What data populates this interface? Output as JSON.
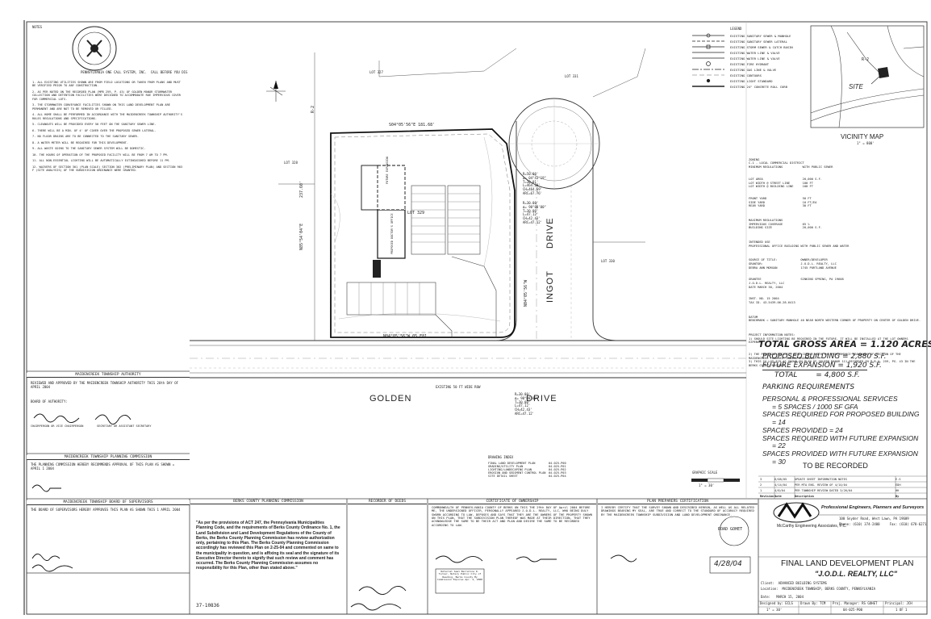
{
  "notes": {
    "label": "NOTES",
    "items": [
      "1. ALL EXISTING UTILITIES SHOWN ARE FROM FIELD LOCATIONS OR TAKEN FROM PLANS AND MUST BE VERIFIED PRIOR TO ANY CONSTRUCTION.",
      "2. AS PER NOTED ON THE RECORDED PLAN (MPB 259, P. 43) OF GOLDEN MANOR STORMWATER COLLECTION AND DETENTION FACILITIES WERE DESIGNED TO ACCOMMODATE ROE IMPERVIOUS COVER FOR COMMERCIAL LOTS.",
      "3. THE STORMWATER CONVEYANCE FACILITIES SHOWN ON THIS LAND DEVELOPMENT PLAN ARE PERMANENT AND ARE NOT TO BE REMOVED OR FILLED.",
      "4. ALL HOME SHALL BE PERFORMED IN ACCORDANCE WITH THE MAIDENCREEK TOWNSHIP AUTHORITY'S RULES REGULATIONS AND SPECIFICATIONS.",
      "5. CLEANOUTS WILL BE PROVIDED EVERY 50 FEET ON THE SANITARY SEWER LINE.",
      "6. THERE WILL BE A MIN. OF 4' OF COVER OVER THE PROPOSED SEWER LATERAL.",
      "7. NO FLOOR DRAINS ARE TO BE CONNECTED TO THE SANITARY SEWER.",
      "8. A WATER METER WILL BE REQUIRED FOR THIS DEVELOPMENT.",
      "9. ALL WASTE GOING TO THE SANITARY SEWER SYSTEM WILL BE DOMESTIC.",
      "10. THE HOURS OF OPERATION OF THE PROPOSED FACILITY WILL BE FROM 7 AM TO 7 PM.",
      "11. ALL NON-ESSENTIAL LIGHTING WILL BE AUTOMATICALLY EXTINGUISHED BEFORE 11 PM.",
      "12. WAIVERS OF SECTION 301 (PLAN SCALE) SECTION 302 (PRELIMINARY PLAN) AND SECTION 903 F (SITE ANALYSIS) OF THE SUBDIVISION ORDINANCE WERE GRANTED."
    ]
  },
  "plan": {
    "lots": [
      "LOT 327",
      "LOT 328",
      "LOT 329",
      "LOT 330",
      "LOT 331"
    ],
    "streets": {
      "golden": "GOLDEN",
      "drive": "DRIVE",
      "ingot": "INGOT",
      "ingot_drive": "DRIVE"
    },
    "bearings": {
      "top": "S04°05'56\"E 181.68'",
      "left": "N85°54'04\"E",
      "left_len": "237.60'",
      "bottom": "N04°05'56\"W 05.E81",
      "right": "N04°05'56\"W"
    },
    "curve1": [
      "R=50.00'",
      "Δ= 04°43'19\"",
      "T=30.01'",
      "L=464.28'",
      "CH=464.69'",
      "ARC=67.76'"
    ],
    "curve2": [
      "R=30.00'",
      "Δ= 90°00'00\"",
      "T=30.00'",
      "L=47.12'",
      "CH=42.43'",
      "ARC=47.12'"
    ],
    "building_label": "PROPOSED DOCTOR'S OFFICE",
    "expansion_label": "FUTURE EXPANSION",
    "r2": "R-2",
    "existing_row": "EXISTING 50 FT WIDE ROW",
    "graphic_scale": "GRAPHIC SCALE",
    "scale_val": "1\" = 30'"
  },
  "legend": {
    "title": "LEGEND",
    "items": [
      "EXISTING SANITARY SEWER & MANHOLE",
      "EXISTING SANITARY SEWER LATERAL",
      "EXISTING STORM SEWER & CATCH BASIN",
      "EXISTING WATER LINE & VALVE",
      "EXISTING WATER LINE & VALVE",
      "EXISTING FIRE HYDRANT",
      "EXISTING GAS LINE & VALVE",
      "EXISTING CONTOURS",
      "EXISTING LIGHT STANDARD",
      "EXISTING 24\" CONCRETE ROLL CURB"
    ]
  },
  "vicinity": {
    "title": "VICINITY MAP",
    "scale": "1\" = 800'",
    "site": "SITE",
    "zone": "R-2"
  },
  "zoning": {
    "lines": [
      "ZONING",
      "C-1 - LOCAL COMMERCIAL DISTRICT",
      "MINIMUM REGULATIONS           WITH PUBLIC SEWER",
      "LOT AREA                      20,000 S.F.",
      "LOT WIDTH @ STREET LINE       100 FT",
      "LOT WIDTH @ BUILDING LINE     100 FT",
      "FRONT YARD                    50 FT",
      "SIDE YARD                     10 FT/EA",
      "REAR YARD                     30 FT",
      "MAXIMUM REGULATIONS",
      "IMPERVIOUS COVERAGE           65 %",
      "BUILDING SIZE                 20,000 S.F.",
      "INTENDED USE",
      "PROFESSIONAL OFFICE BUILDING WITH PUBLIC SEWER AND WATER",
      "SOURCE OF TITLE:             OWNER/DEVELOPER",
      "GRANTOR:                     J.O.D.L. REALTY, LLC",
      "DEBRA ANN MORGAN             1745 PORTLAND AVENUE",
      "GRANTEE                      SINKING SPRING, PA 19608",
      "J.O.D.L. REALTY, LLC",
      "DATE MARCH 30, 2004",
      "INST. NO. 15 2004",
      "TAX ID. 43-5439-06-28-6413",
      "DATUM",
      "BENCHMARK = SANITARY MANHOLE 40 NEAR NORTH WESTERN CORNER OF PROPERTY ON CENTER OF GOLDEN DRIVE.",
      "PROJECT INFORMATION NOTES:",
      "1) SHOULD SITE LIGHTING BE REQUIRED IN THE FUTURE, IT WILL BE INSTALLED AT THE LOT OWNERS EXPENSE.",
      "2) THE PROPOSED FACILITY WILL COMPLY WITH THE PERFORMANCE STANDARDS OF SECTION OF THE MAIDENCREEK TOWNSHIP ZONING ORDINANCE.",
      "3) THIS IS LOT 329 AS SHOWN ON PLAN OF GOLDEN MANOR 111 RECORDED IN P.B.V. 259, PG. 43 IN THE BERKS COUNTY RECORDS."
    ]
  },
  "summary": {
    "gross_area": "TOTAL GROSS AREA = 1.120 ACRES",
    "proposed_building": "PROPOSED BUILDING = 2,880 S.F.",
    "future_expansion": "FUTURE EXPANSION = 1,920 S.F.",
    "total": "TOTAL        = 4,800 S.F.",
    "parking_title": "PARKING REQUIREMENTS",
    "parking_lines": [
      "PERSONAL & PROFESSIONAL SERVICES",
      "= 5 SPACES / 1000 SF GFA",
      "SPACES REQUIRED FOR PROPOSED BUILDING",
      "= 14",
      "SPACES PROVIDED = 24",
      "SPACES REQUIRED WITH FUTURE EXPANSION",
      "= 22",
      "SPACES PROVIDED WITH FUTURE EXPANSION",
      "= 30"
    ],
    "to_be_recorded": "TO BE RECORDED"
  },
  "revisions": {
    "rows": [
      [
        "3",
        "6/08/05",
        "UPDATE SHEET INFORMATION NOTES",
        "E.S"
      ],
      [
        "2",
        "4/14/04",
        "PER MTA ENG. REVIEW OF 4/14/04",
        "EDH"
      ],
      [
        "1",
        "4/8/04",
        "PER TOWNSHIP REVIEW DATED 3/26/04",
        "HH"
      ]
    ],
    "headers": [
      "Revision",
      "Date",
      "Description",
      "By"
    ]
  },
  "title_block": {
    "firm": "McCarthy Engineering Associates, P.C.",
    "firm_sub": "Professional Engineers, Planners and Surveyors",
    "address": "100 Snyder Road, West Lawn, PA 19609",
    "phone": "Phone: (610) 374-2400     Fax: (610) 678-6271",
    "plan_title": "FINAL LAND DEVELOPMENT PLAN",
    "project": "\"J.O.D.L. REALTY, LLC\"",
    "client": "Client:  ADVANCED BUILDING SYSTEMS",
    "location": "Location:  MAIDENCREEK TOWNSHIP, BERKS COUNTY, PENNSYLVANIA",
    "date": "Date:   MARCH 15, 2004",
    "designed": "Designed by: ECLS",
    "drawn": "Drawn By: TCM",
    "pm": "Proj. Manager: RS GOHET",
    "principal": "Principal: JCH",
    "scale": "1\" = 30'",
    "job": "04-025-P00",
    "sheet": "1 OF 1"
  },
  "authority": {
    "title": "MAIDENCREEK TOWNSHIP AUTHORITY",
    "text": "REVIEWED AND APPROVED BY THE MAIDENCREEK TOWNSHIP AUTHORITY THIS 20th DAY OF APRIL 2004",
    "board": "BOARD OF AUTHORITY:",
    "chair": "CHAIRPERSON OR VICE CHAIRPERSON",
    "secretary": "SECRETARY OR ASSISTANT SECRETARY"
  },
  "planning": {
    "title": "MAIDENCREEK TOWNSHIP PLANNING COMMISSION",
    "text": "THE PLANNING COMMISSION HEREBY RECOMMENDS APPROVAL OF THIS PLAN AS SHOWN = APRIL 1 2004"
  },
  "supervisors": {
    "title": "MAIDENCREEK TOWNSHIP BOARD OF SUPERVISORS",
    "text": "THE BOARD OF SUPERVISORS HEREBY APPROVES THIS PLAN AS SHOWN THIS 1 APRIL 2004"
  },
  "county": {
    "title": "BERKS COUNTY PLANNING COMMISSION",
    "text": "\"As per the provisions of ACT 247, the Pennsylvania Municipalities Planning Code, and the requirements of Berks County Ordinance No. 1, the Land Subdivision and Land Development Regulations of the County of Berks, the Berks County Planning Commission has review authorization only, pertaining to this Plan. The Berks County Planning Commission accordingly has reviewed this Plan on 2-25-04 and commented on same to the municipality in question, and is affixing its seal and the signature of its Executive Director thereto to signify that such review and comment has occurred. The Berks County Planning Commission assumes no responsibility for this Plan, other than stated above.\"",
    "number": "37-10836"
  },
  "deeds": {
    "title": "RECORDER OF DEEDS"
  },
  "ownership": {
    "title": "CERTIFICATE OF OWNERSHIP",
    "text": "COMMONWEALTH OF PENNSYLVANIA  COUNTY OF BERKS  ON THIS THE 29th DAY OF April 2004 BEFORE ME, THE UNDERSIGNED OFFICER, PERSONALLY APPEARED J.O.D.L. REALTY, LLC, WHO BEING DULY SWORN ACCORDING TO LAW, DEPOSES AND SAYS THAT THEY ARE THE OWNERS OF THE PROPERTY SHOWN ON THIS PLAN, THAT THE SUBDIVISION PLAN THEREOF WAS MADE AT THEIR DIRECTION, THAT THEY ACKNOWLEDGE THE SAME TO BE THEIR ACT AND PLAN AND DESIRE THE SAME TO BE RECORDED ACCORDING TO LAW.",
    "notary": "Notarial Seal  Barreline D. Turner, Notary Public  City of Reading, Berks County  My Commission Expires Apr. 4, 2008"
  },
  "preparer": {
    "title": "PLAN PREPARERS CERTIFICATION",
    "text": "I HEREBY CERTIFY THAT THE SURVEY SHOWN AND DESCRIBED HEREON, AS WELL AS ALL RELATED DRAWINGS BEARING MY SEAL, ARE TRUE AND CORRECT TO THE STANDARD OF ACCURACY REQUIRED BY THE MAIDENCREEK TOWNSHIP SUBDIVISION AND LAND DEVELOPMENT ORDINANCE.",
    "date": "4/28/04",
    "seal": "ROAD GOHET"
  },
  "drawing_index": {
    "title": "DRAWING INDEX",
    "rows": [
      [
        "FINAL LAND DEVELOPMENT PLAN",
        "04-025-P00"
      ],
      [
        "GRADING/UTILITY PLAN",
        "04-025-P01"
      ],
      [
        "LIGHTING/LANDSCAPING PLAN",
        "04-025-P02"
      ],
      [
        "EROSION AND SEDIMENT CONTROL PLAN",
        "04-025-P03"
      ],
      [
        "SITE DETAIL SHEET",
        "04-025-P04"
      ]
    ]
  },
  "one_call": {
    "text": "PENNSYLVANIA ONE CALL SYSTEM, INC.  CALL BEFORE YOU DIG"
  }
}
